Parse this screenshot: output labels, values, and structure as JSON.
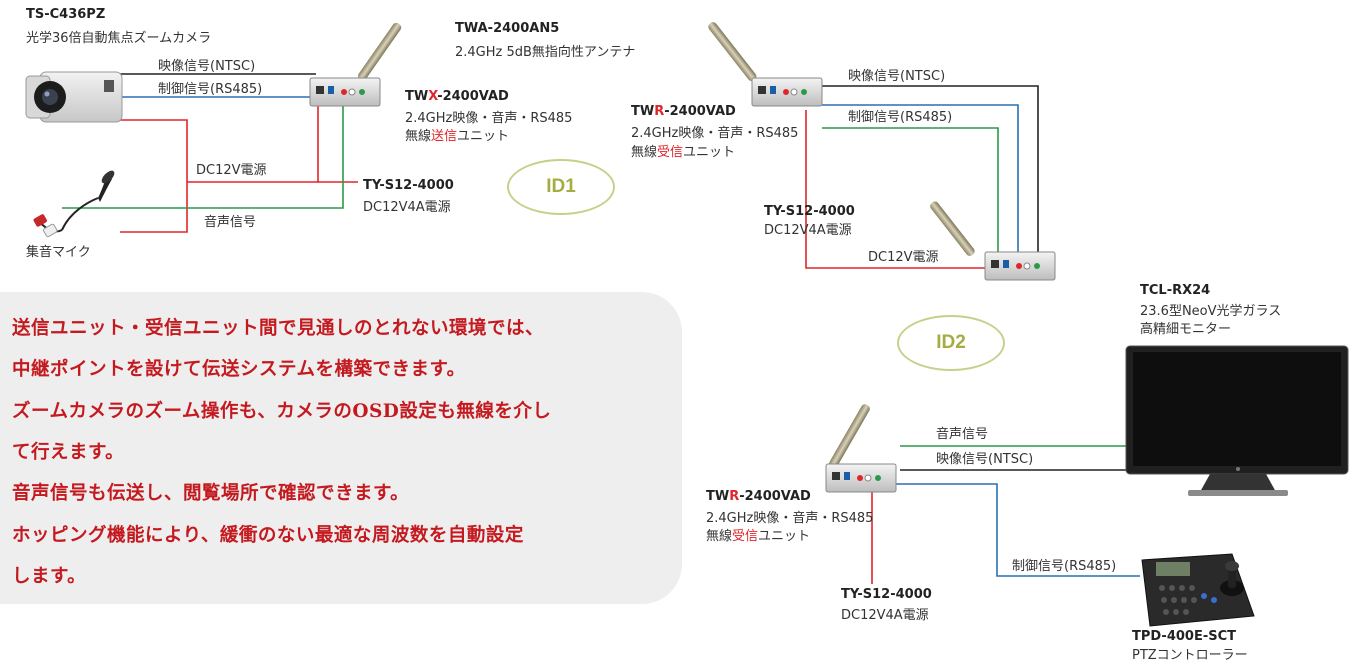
{
  "camera": {
    "model": "TS-C436PZ",
    "desc": "光学36倍自動焦点ズームカメラ"
  },
  "mic": {
    "label": "集音マイク"
  },
  "antenna": {
    "model": "TWA-2400AN5",
    "desc": "2.4GHz 5dB無指向性アンテナ"
  },
  "tx_unit": {
    "model_prefix": "TW",
    "model_mark": "X",
    "model_suffix": "-2400VAD",
    "line1": "2.4GHz映像・音声・RS485",
    "line2_a": "無線",
    "line2_mark": "送信",
    "line2_b": "ユニット"
  },
  "rx_unit_1": {
    "model_prefix": "TW",
    "model_mark": "R",
    "model_suffix": "-2400VAD",
    "line1": "2.4GHz映像・音声・RS485",
    "line2_a": "無線",
    "line2_mark": "受信",
    "line2_b": "ユニット"
  },
  "rx_unit_2": {
    "model_prefix": "TW",
    "model_mark": "R",
    "model_suffix": "-2400VAD",
    "line1": "2.4GHz映像・音声・RS485",
    "line2_a": "無線",
    "line2_mark": "受信",
    "line2_b": "ユニット"
  },
  "power_1": {
    "model": "TY-S12-4000",
    "desc": "DC12V4A電源"
  },
  "power_2": {
    "model": "TY-S12-4000",
    "desc": "DC12V4A電源"
  },
  "power_3": {
    "model": "TY-S12-4000",
    "desc": "DC12V4A電源"
  },
  "monitor": {
    "model": "TCL-RX24",
    "line1": "23.6型NeoV光学ガラス",
    "line2": "高精細モニター"
  },
  "controller": {
    "model": "TPD-400E-SCT",
    "desc": "PTZコントローラー"
  },
  "signals": {
    "video_1": "映像信号(NTSC)",
    "control_1": "制御信号(RS485)",
    "dc_1": "DC12V電源",
    "audio_1": "音声信号",
    "video_2": "映像信号(NTSC)",
    "control_2": "制御信号(RS485)",
    "dc_2": "DC12V電源",
    "audio_3": "音声信号",
    "video_3": "映像信号(NTSC)",
    "control_3": "制御信号(RS485)"
  },
  "ids": {
    "id1": "ID1",
    "id2": "ID2"
  },
  "callout": {
    "lines": [
      "送信ユニット・受信ユニット間で見通しのとれない環境では、",
      "中継ポイントを設けて伝送システムを構築できます。",
      "ズームカメラのズーム操作も、カメラのOSD設定も無線を介し",
      "て行えます。",
      "音声信号も伝送し、閲覧場所で確認できます。",
      "ホッピング機能により、緩衝のない最適な周波数を自動設定",
      "します。"
    ]
  },
  "colors": {
    "video": "#222222",
    "control": "#2b6fb5",
    "power": "#e0262a",
    "audio": "#2a9a4a",
    "accent_red": "#c41a1f",
    "id_circle": "#c9cf8a"
  }
}
